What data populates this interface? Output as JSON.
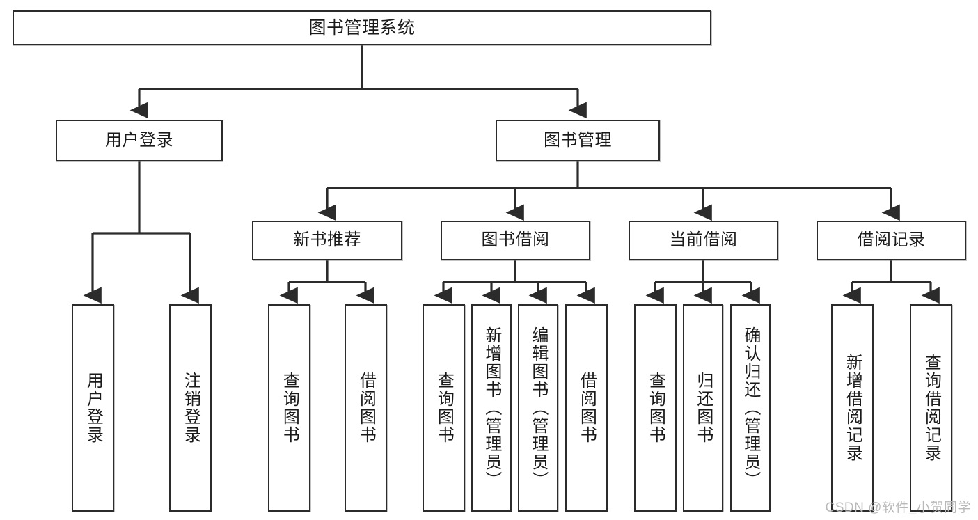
{
  "diagram": {
    "title_text": "图书管理系统",
    "type": "tree",
    "colors": {
      "box_border": "#2b2b2b",
      "box_fill": "#ffffff",
      "edge": "#2b2b2b",
      "text": "#1a1a1a",
      "watermark": "#b9b9b9"
    },
    "watermark": "CSDN @软件_小贺同学",
    "nodes": {
      "root": {
        "label": "图书管理系统"
      },
      "level1": [
        {
          "id": "user-login",
          "label": "用户登录"
        },
        {
          "id": "book-manage",
          "label": "图书管理"
        }
      ],
      "level2": [
        {
          "id": "new-book-recommend",
          "label": "新书推荐"
        },
        {
          "id": "book-borrow",
          "label": "图书借阅"
        },
        {
          "id": "current-borrow",
          "label": "当前借阅"
        },
        {
          "id": "borrow-record",
          "label": "借阅记录"
        }
      ],
      "leaves": {
        "user-login": [
          {
            "id": "leaf-user-login",
            "label": "用户登录"
          },
          {
            "id": "leaf-logout-login",
            "label": "注销登录"
          }
        ],
        "new-book-recommend": [
          {
            "id": "leaf-query-book-1",
            "label": "查询图书"
          },
          {
            "id": "leaf-borrow-book-1",
            "label": "借阅图书"
          }
        ],
        "book-borrow": [
          {
            "id": "leaf-query-book-2",
            "label": "查询图书"
          },
          {
            "id": "leaf-add-book",
            "label": "新增图书（管理员）"
          },
          {
            "id": "leaf-edit-book",
            "label": "编辑图书（管理员）"
          },
          {
            "id": "leaf-borrow-book-2",
            "label": "借阅图书"
          }
        ],
        "current-borrow": [
          {
            "id": "leaf-query-book-3",
            "label": "查询图书"
          },
          {
            "id": "leaf-return-book",
            "label": "归还图书"
          },
          {
            "id": "leaf-confirm-return",
            "label": "确认归还（管理员）"
          }
        ],
        "borrow-record": [
          {
            "id": "leaf-add-record",
            "label": "新增借阅记录"
          },
          {
            "id": "leaf-query-record",
            "label": "查询借阅记录"
          }
        ]
      }
    }
  }
}
